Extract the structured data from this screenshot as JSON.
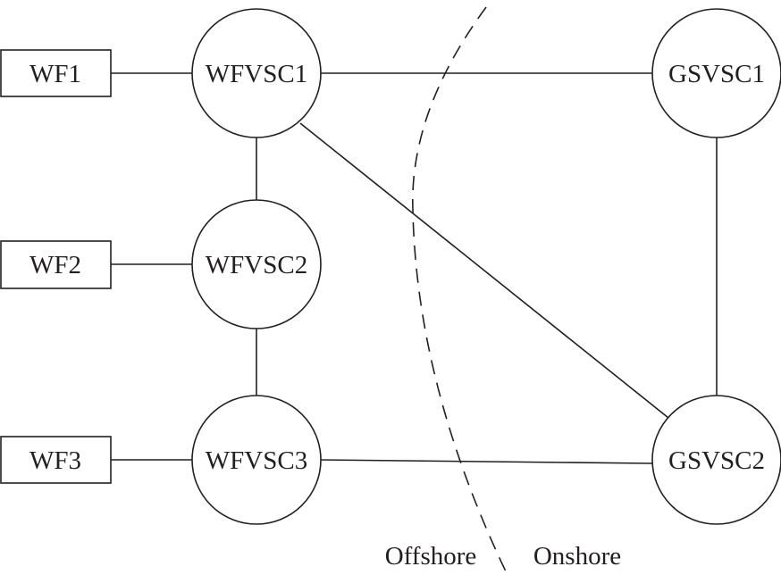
{
  "nodes": {
    "wf1": "WF1",
    "wf2": "WF2",
    "wf3": "WF3",
    "wfvsc1": "WFVSC1",
    "wfvsc2": "WFVSC2",
    "wfvsc3": "WFVSC3",
    "gsvsc1": "GSVSC1",
    "gsvsc2": "GSVSC2"
  },
  "regions": {
    "offshore": "Offshore",
    "onshore": "Onshore"
  }
}
